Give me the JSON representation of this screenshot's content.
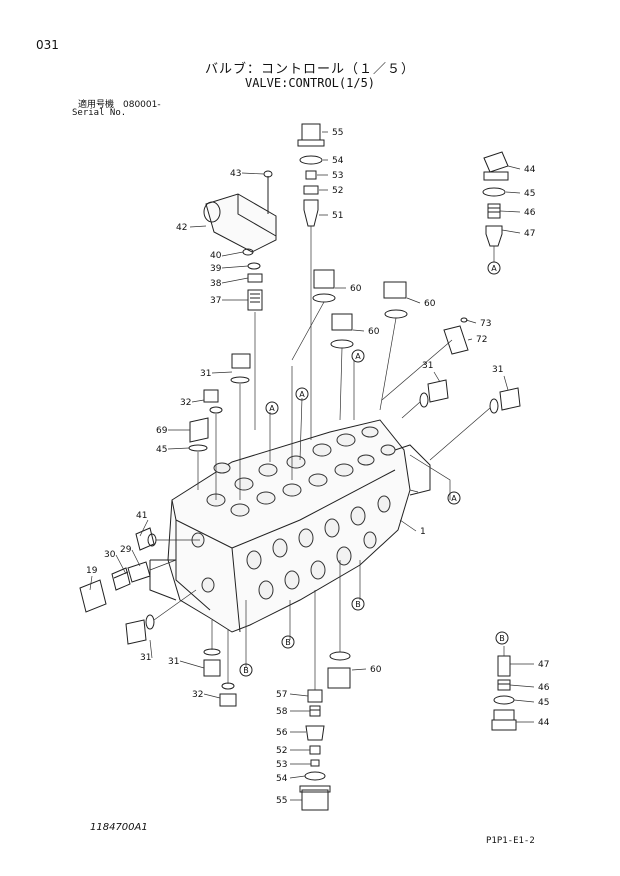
{
  "header": {
    "page_code": "031",
    "title_jp": "バルブ：コントロール（１／５）",
    "title_en": "VALVE:CONTROL(1/5)",
    "serial_label_jp": "適用号機　080001-",
    "serial_label_en": "Serial No."
  },
  "footer": {
    "drawing_no": "1184700A1",
    "page_ref": "P1P1-E1-2"
  },
  "callouts": {
    "c55a": "55",
    "c54a": "54",
    "c53a": "53",
    "c52a": "52",
    "c51": "51",
    "c43": "43",
    "c42": "42",
    "c40": "40",
    "c39": "39",
    "c38": "38",
    "c37": "37",
    "c44a": "44",
    "c45a": "45",
    "c46a": "46",
    "c47a": "47",
    "c60a": "60",
    "c60b": "60",
    "c60c": "60",
    "c60d": "60",
    "c73": "73",
    "c72": "72",
    "c31a": "31",
    "c31b": "31",
    "c31c": "31",
    "c31d": "31",
    "c31e": "31",
    "c32a": "32",
    "c32b": "32",
    "c69": "69",
    "c45b": "45",
    "c41": "41",
    "c29": "29",
    "c30": "30",
    "c19": "19",
    "c1": "1",
    "c47b": "47",
    "c46b": "46",
    "c45c": "45",
    "c44b": "44",
    "c57": "57",
    "c58": "58",
    "c56": "56",
    "c52b": "52",
    "c53b": "53",
    "c54b": "54",
    "c55b": "55"
  },
  "refs": {
    "a1": "A",
    "a2": "A",
    "a3": "A",
    "a4": "A",
    "a5": "A",
    "b1": "B",
    "b2": "B",
    "b3": "B",
    "b4": "B"
  }
}
